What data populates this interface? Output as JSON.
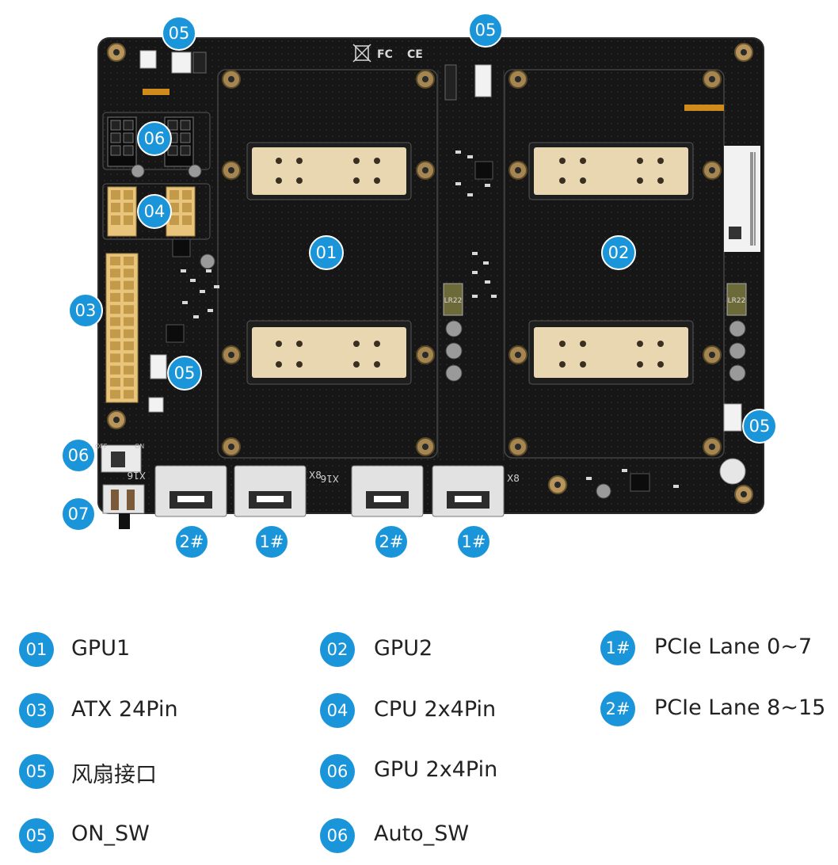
{
  "board": {
    "silk_marks": [
      "CE",
      "FC",
      "X16",
      "X8",
      "X16",
      "X8",
      "LR22",
      "LR22",
      "ON",
      "OFF"
    ],
    "callouts": {
      "c05_top_left": "05",
      "c05_top_mid": "05",
      "c06_gpu_power": "06",
      "c04_cpu_power": "04",
      "c03_atx": "03",
      "c05_left_fan": "05",
      "c05_right_fan": "05",
      "c01_gpu1": "01",
      "c02_gpu2": "02",
      "c06_switch": "06",
      "c07_switch": "07",
      "p2_left": "2#",
      "p1_left": "1#",
      "p2_right": "2#",
      "p1_right": "1#"
    }
  },
  "legend": [
    {
      "badge": "01",
      "text": "GPU1"
    },
    {
      "badge": "02",
      "text": "GPU2"
    },
    {
      "badge": "1#",
      "text": "PCIe Lane 0~7"
    },
    {
      "badge": "03",
      "text": "ATX 24Pin"
    },
    {
      "badge": "04",
      "text": "CPU 2x4Pin"
    },
    {
      "badge": "2#",
      "text": "PCIe Lane 8~15"
    },
    {
      "badge": "05",
      "text": "风扇接口"
    },
    {
      "badge": "06",
      "text": "GPU 2x4Pin"
    },
    {
      "badge": "05",
      "text": "ON_SW"
    },
    {
      "badge": "06",
      "text": "Auto_SW"
    }
  ],
  "colors": {
    "badge": "#1a95d9",
    "board": "#141414"
  }
}
